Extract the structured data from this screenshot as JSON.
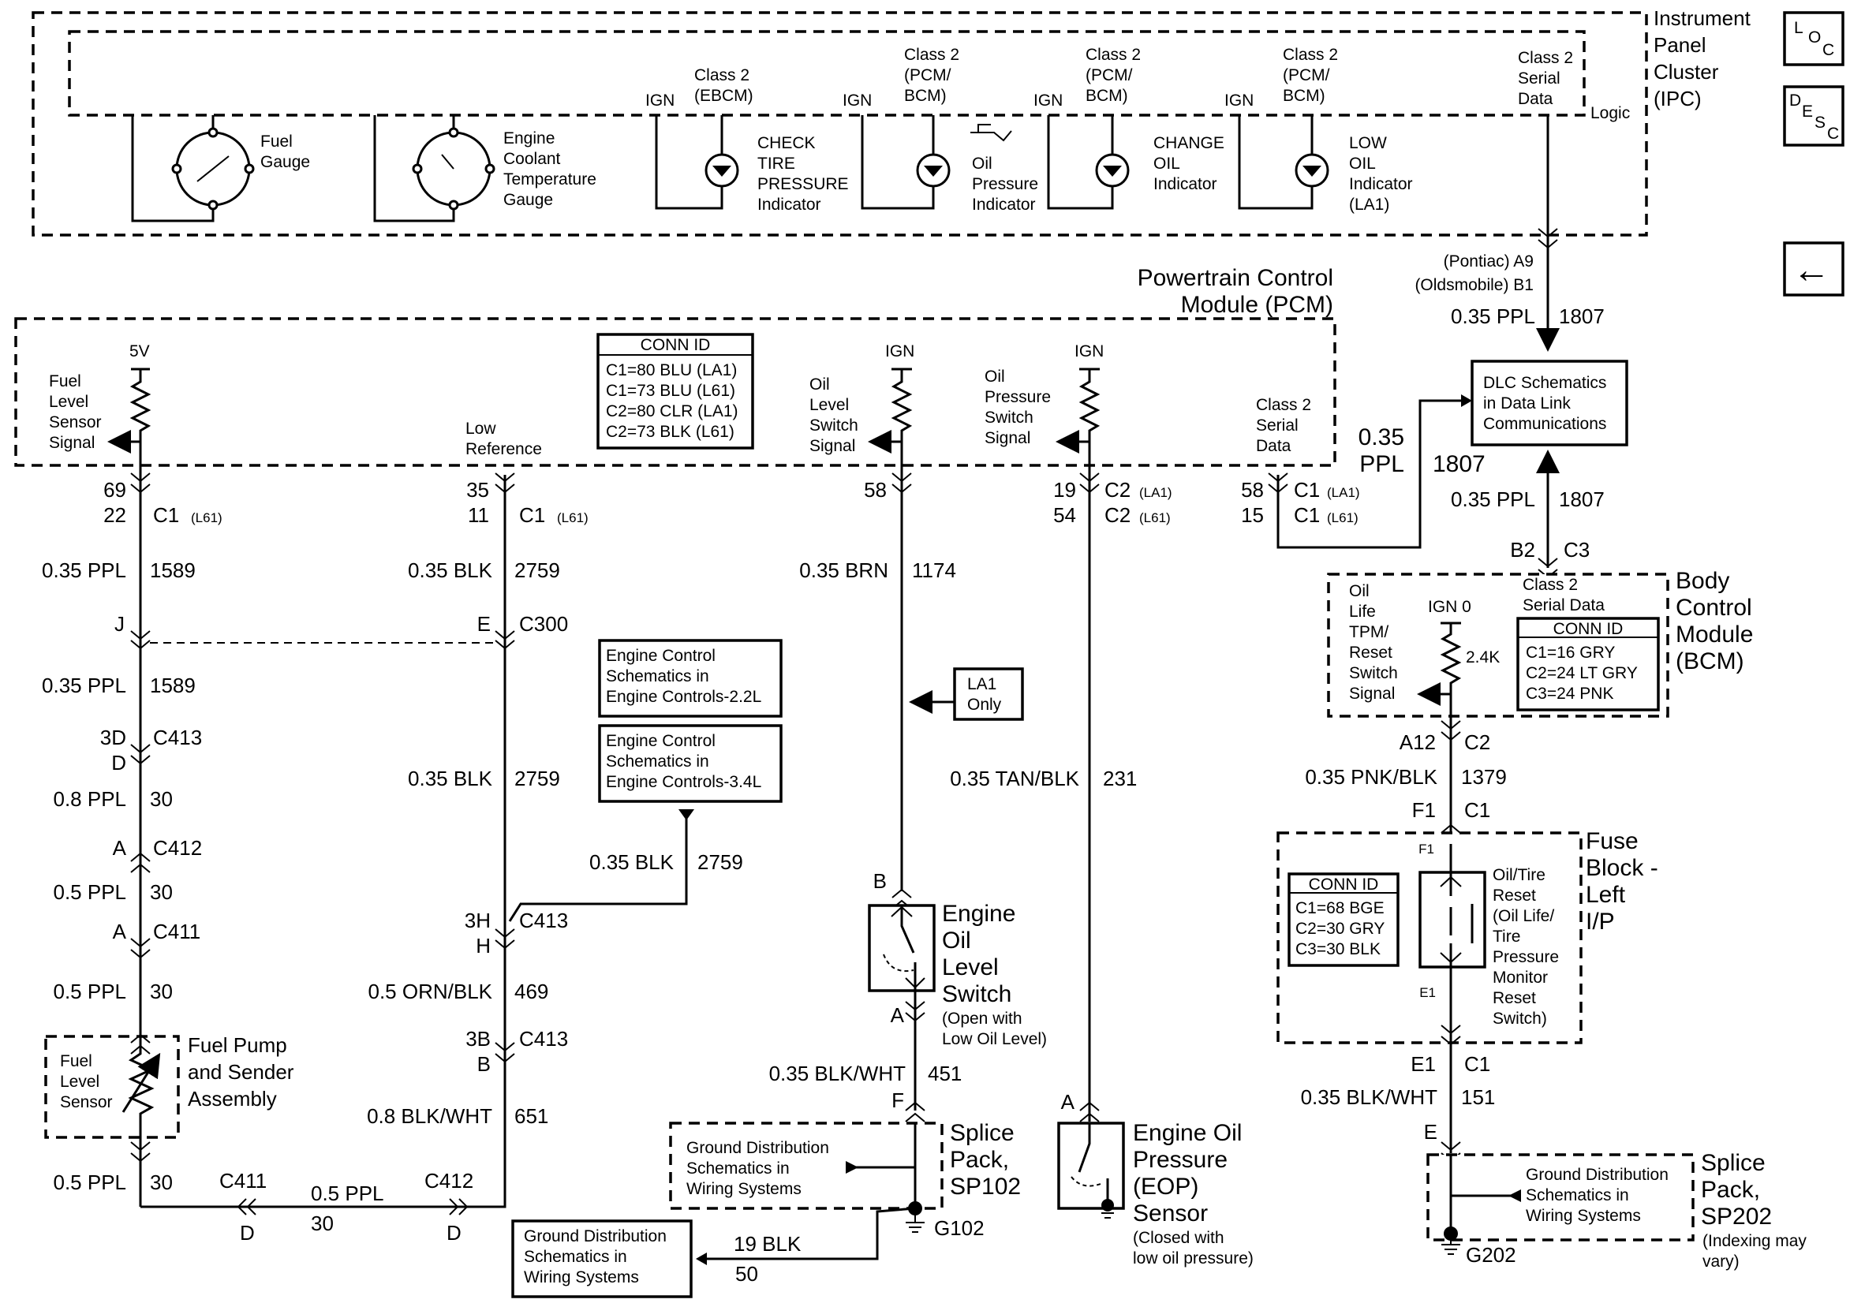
{
  "ipc": {
    "title": [
      "Instrument",
      "Panel",
      "Cluster",
      "(IPC)"
    ],
    "logic": "Logic",
    "fuel_gauge": [
      "Fuel",
      "Gauge"
    ],
    "coolant_gauge": [
      "Engine",
      "Coolant",
      "Temperature",
      "Gauge"
    ],
    "ign": "IGN",
    "class2_ebcm": [
      "Class 2",
      "(EBCM)"
    ],
    "class2_pcm_bcm": [
      "Class 2",
      "(PCM/",
      "BCM)"
    ],
    "class2_serial": [
      "Class 2",
      "Serial",
      "Data"
    ],
    "check_tire": [
      "CHECK",
      "TIRE",
      "PRESSURE",
      "Indicator"
    ],
    "oil_pressure_ind": [
      "Oil",
      "Pressure",
      "Indicator"
    ],
    "change_oil": [
      "CHANGE",
      "OIL",
      "Indicator"
    ],
    "low_oil": [
      "LOW",
      "OIL",
      "Indicator",
      "(LA1)"
    ]
  },
  "nav": {
    "loc": [
      "L",
      "O",
      "C"
    ],
    "desc": [
      "D",
      "E",
      "S",
      "C"
    ],
    "back": "←"
  },
  "ipc_to_dlc": {
    "pins": [
      "(Pontiac) A9",
      "(Oldsmobile) B1"
    ],
    "wire": "0.35 PPL",
    "circuit": "1807"
  },
  "dlc": [
    "DLC Schematics",
    "in Data Link",
    "Communications"
  ],
  "pcm": {
    "title": [
      "Powertrain Control",
      "Module (PCM)"
    ],
    "conn_id_title": "CONN ID",
    "conn_id": [
      "C1=80 BLU (LA1)",
      "C1=73 BLU (L61)",
      "C2=80 CLR (LA1)",
      "C2=73 BLK (L61)"
    ],
    "five_v": "5V",
    "ign": "IGN",
    "fuel_level": [
      "Fuel",
      "Level",
      "Sensor",
      "Signal"
    ],
    "low_ref": [
      "Low",
      "Reference"
    ],
    "oil_level": [
      "Oil",
      "Level",
      "Switch",
      "Signal"
    ],
    "oil_pressure": [
      "Oil",
      "Pressure",
      "Switch",
      "Signal"
    ],
    "class2": [
      "Class 2",
      "Serial",
      "Data"
    ]
  },
  "pcm_pins": {
    "p1": [
      "69",
      "22"
    ],
    "p1_conn": "C1",
    "p1_opt": "(L61)",
    "p2": [
      "35",
      "11"
    ],
    "p2_conn": "C1",
    "p2_opt": "(L61)",
    "p3": "58",
    "p4": [
      "19",
      "54"
    ],
    "p4_conn": [
      "C2",
      "C2"
    ],
    "p4_opt": [
      "(LA1)",
      "(L61)"
    ],
    "p5": [
      "58",
      "15"
    ],
    "p5_conn": [
      "C1",
      "C1"
    ],
    "p5_opt": [
      "(LA1)",
      "(L61)"
    ]
  },
  "col1": {
    "w1": "0.35 PPL",
    "c1": "1589",
    "j": "J",
    "w2": "0.35 PPL",
    "c2": "1589",
    "c413": [
      "3D",
      "D",
      "C413"
    ],
    "w3": "0.8 PPL",
    "c3": "30",
    "c412": [
      "A",
      "C412"
    ],
    "w4": "0.5 PPL",
    "c4": "30",
    "c411": [
      "A",
      "C411"
    ],
    "w5": "0.5 PPL",
    "c5": "30",
    "sensor": [
      "Fuel",
      "Level",
      "Sensor"
    ],
    "assembly": [
      "Fuel Pump",
      "and Sender",
      "Assembly"
    ],
    "w6": "0.5 PPL",
    "c6": "30",
    "bottom_c411": "C411",
    "bottom_d1": "D",
    "bottom_wire": "0.5 PPL",
    "bottom_circ": "30",
    "bottom_c412": "C412",
    "bottom_d2": "D"
  },
  "col2": {
    "w1": "0.35 BLK",
    "c1": "2759",
    "e": "E",
    "c300": "C300",
    "w2": "0.35 BLK",
    "c2": "2759",
    "branch_w": "0.35 BLK",
    "branch_c": "2759",
    "c413a": [
      "3H",
      "H",
      "C413"
    ],
    "w3": "0.5 ORN/BLK",
    "c3": "469",
    "c413b": [
      "3B",
      "B",
      "C413"
    ],
    "w4": "0.8 BLK/WHT",
    "c4": "651"
  },
  "engine_boxes": {
    "a": [
      "Engine Control",
      "Schematics in",
      "Engine Controls-2.2L"
    ],
    "b": [
      "Engine Control",
      "Schematics in",
      "Engine Controls-3.4L"
    ]
  },
  "col3": {
    "w1": "0.35 BRN",
    "c1": "1174",
    "la1": [
      "LA1",
      "Only"
    ],
    "b": "B",
    "switch": [
      "Engine",
      "Oil",
      "Level",
      "Switch"
    ],
    "switch_note": [
      "(Open with",
      "Low Oil Level)"
    ],
    "a": "A",
    "w2": "0.35 BLK/WHT",
    "c2": "451",
    "f": "F",
    "splice": [
      "Splice",
      "Pack,",
      "SP102"
    ],
    "gd": [
      "Ground Distribution",
      "Schematics in",
      "Wiring Systems"
    ],
    "g102": "G102",
    "gd2": [
      "Ground Distribution",
      "Schematics in",
      "Wiring Systems"
    ],
    "w3": "19 BLK",
    "c3": "50"
  },
  "col4": {
    "w1": "0.35 TAN/BLK",
    "c1": "231",
    "a": "A",
    "sensor": [
      "Engine Oil",
      "Pressure",
      "(EOP)",
      "Sensor"
    ],
    "note": [
      "(Closed with",
      "low oil pressure)"
    ]
  },
  "col5": {
    "ppl_side": [
      "0.35",
      "PPL",
      "1807"
    ],
    "w1": "0.35 PPL",
    "c1": "1807",
    "b2": "B2",
    "c3": "C3",
    "bcm_title": [
      "Body",
      "Control",
      "Module",
      "(BCM)"
    ],
    "reset": [
      "Oil",
      "Life",
      "TPM/",
      "Reset",
      "Switch",
      "Signal"
    ],
    "ign0": "IGN 0",
    "res": "2.4K",
    "class2": [
      "Class 2",
      "Serial Data"
    ],
    "conn_id_title": "CONN ID",
    "conn_id": [
      "C1=16 GRY",
      "C2=24 LT GRY",
      "C3=24 PNK"
    ],
    "a12": "A12",
    "c2": "C2",
    "w2": "0.35 PNK/BLK",
    "c2n": "1379",
    "f1": "F1",
    "c1n": "C1",
    "fuse_title": [
      "Fuse",
      "Block -",
      "Left",
      "I/P"
    ],
    "fb_conn_title": "CONN ID",
    "fb_conn": [
      "C1=68 BGE",
      "C2=30 GRY",
      "C3=30 BLK"
    ],
    "fb_f1": "F1",
    "fb_e1": "E1",
    "fb_switch": [
      "Oil/Tire",
      "Reset",
      "(Oil Life/",
      "Tire",
      "Pressure",
      "Monitor",
      "Reset",
      "Switch)"
    ],
    "e1": "E1",
    "c1e": "C1",
    "w3": "0.35 BLK/WHT",
    "c3n": "151",
    "e": "E",
    "splice": [
      "Splice",
      "Pack,",
      "SP202"
    ],
    "splice_note": [
      "(Indexing may",
      "vary)"
    ],
    "gd": [
      "Ground Distribution",
      "Schematics in",
      "Wiring Systems"
    ],
    "g202": "G202"
  }
}
